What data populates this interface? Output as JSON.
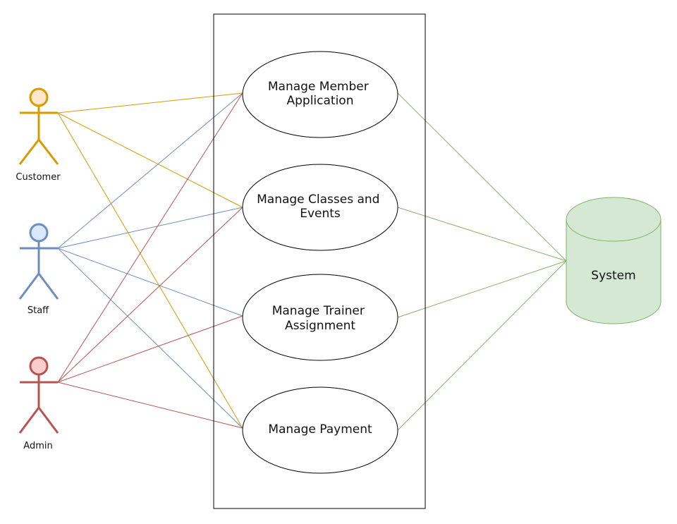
{
  "actors": [
    {
      "id": "customer",
      "label": "Customer",
      "stroke": "#d79b00",
      "fill": "#ffe6cc"
    },
    {
      "id": "staff",
      "label": "Staff",
      "stroke": "#6c8ebf",
      "fill": "#dae8fc"
    },
    {
      "id": "admin",
      "label": "Admin",
      "stroke": "#b85450",
      "fill": "#f8cecc"
    }
  ],
  "use_cases": [
    {
      "id": "member",
      "label_lines": [
        "Manage Member",
        "Application"
      ]
    },
    {
      "id": "classes",
      "label_lines": [
        "Manage Classes and",
        "Events"
      ]
    },
    {
      "id": "trainer",
      "label_lines": [
        "Manage Trainer",
        "Assignment"
      ]
    },
    {
      "id": "payment",
      "label_lines": [
        "Manage Payment"
      ]
    }
  ],
  "system": {
    "label": "System",
    "stroke": "#82b366",
    "fill": "#d5e8d4"
  },
  "associations": {
    "customer": [
      "member",
      "classes",
      "payment"
    ],
    "staff": [
      "member",
      "classes",
      "trainer",
      "payment"
    ],
    "admin": [
      "member",
      "classes",
      "trainer",
      "payment"
    ],
    "system": [
      "member",
      "classes",
      "trainer",
      "payment"
    ]
  }
}
